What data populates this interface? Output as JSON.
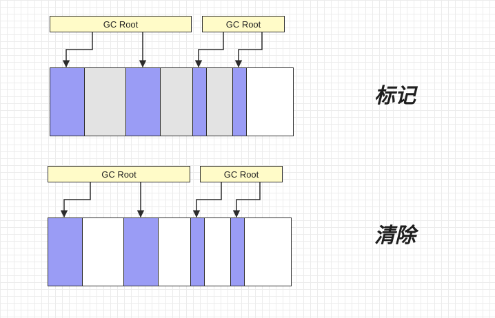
{
  "colors": {
    "live": "#9a9cf5",
    "dead": "#e3e3e3",
    "free": "#ffffff",
    "root_fill": "#fffbc8"
  },
  "stages": [
    {
      "label": "标记",
      "roots": [
        {
          "text": "GC Root"
        },
        {
          "text": "GC Root"
        }
      ],
      "blocks": [
        "live",
        "dead",
        "live",
        "dead",
        "live",
        "dead",
        "live",
        "free"
      ]
    },
    {
      "label": "清除",
      "roots": [
        {
          "text": "GC Root"
        },
        {
          "text": "GC Root"
        }
      ],
      "blocks": [
        "live",
        "free",
        "live",
        "free",
        "live",
        "free",
        "live",
        "free"
      ]
    }
  ]
}
